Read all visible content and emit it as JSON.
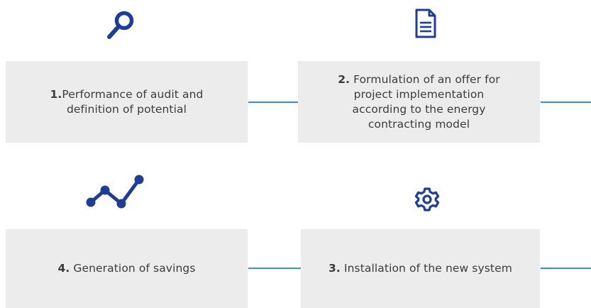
{
  "steps": [
    {
      "number": "1.",
      "text": "Performance of audit and definition of potential",
      "icon": "magnifier-icon"
    },
    {
      "number": "2.",
      "text": "Formulation of an offer for project implementation according to the energy contracting model",
      "icon": "document-icon"
    },
    {
      "number": "3.",
      "text": "Installation of the new system",
      "icon": "gear-icon"
    },
    {
      "number": "4.",
      "text": "Generation of savings",
      "icon": "trend-line-icon"
    }
  ],
  "colors": {
    "icon": "#1f3d94",
    "connector": "#3a8fd2",
    "box": "#ececec",
    "text": "#3c3c3c"
  }
}
